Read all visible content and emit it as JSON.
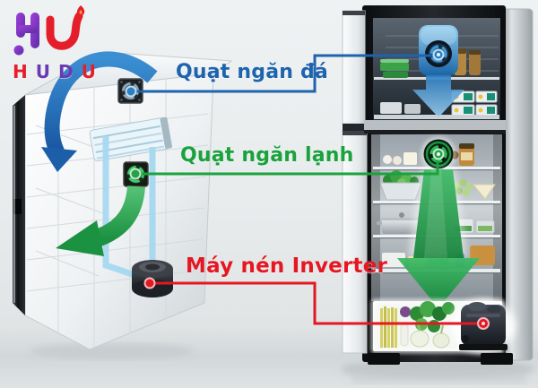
{
  "colors": {
    "freezer_fan_accent": "#1e63ad",
    "cold_fan_accent": "#1aa23c",
    "compressor_accent": "#e41722",
    "logo_purple": "#6a3ab2",
    "logo_red": "#e41e2b"
  },
  "logo": {
    "monogram_icon": "hudu-flame-monogram",
    "wordmark": {
      "letters": [
        {
          "char": "H",
          "color": "#e41e2b"
        },
        {
          "char": "U",
          "color": "#6a3ab2"
        },
        {
          "char": "D",
          "color": "#6a3ab2"
        },
        {
          "char": "U",
          "color": "#e41e2b"
        }
      ]
    }
  },
  "annotations": {
    "freezer_fan": {
      "label": "Quạt ngăn đá",
      "color": "#1e63ad",
      "icon": "freezer-fan-icon"
    },
    "cold_fan": {
      "label": "Quạt ngăn lạnh",
      "color": "#1aa23c",
      "icon": "cold-fan-icon"
    },
    "compressor": {
      "label": "Máy nén Inverter",
      "color": "#e41722",
      "icon": "compressor-icon"
    }
  },
  "scene": {
    "left_panel": "wireframe-refrigerator-schematic",
    "right_panel": "open-refrigerator-photo",
    "airflow_icons": [
      "blue-airflow-arrow",
      "green-airflow-arrow",
      "blue-down-arrow",
      "green-down-arrow"
    ]
  }
}
